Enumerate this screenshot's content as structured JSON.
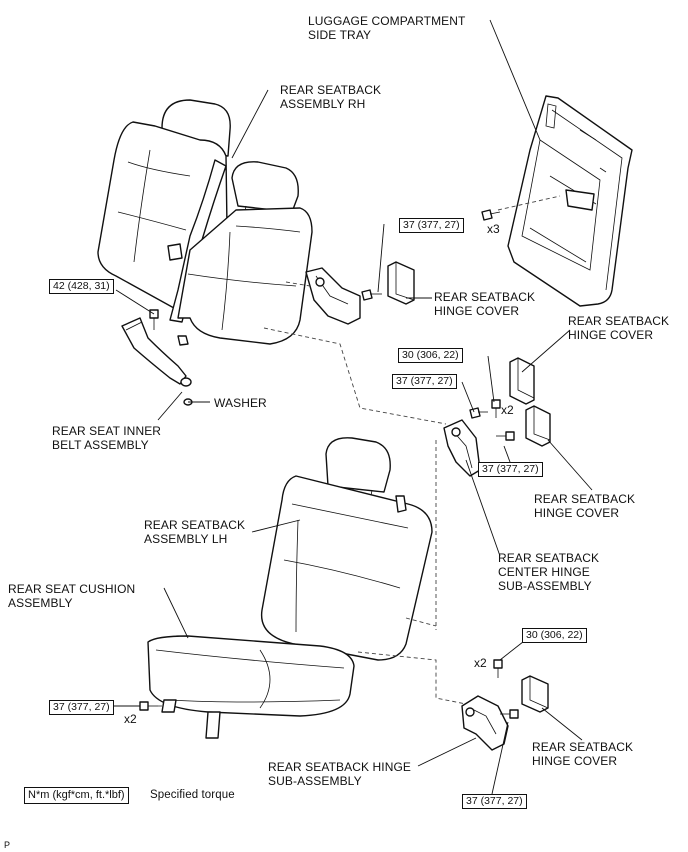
{
  "parts": {
    "luggage_tray": "LUGGAGE COMPARTMENT\nSIDE TRAY",
    "seatback_rh": "REAR SEATBACK\nASSEMBLY RH",
    "hinge_cover_a": "REAR SEATBACK\nHINGE COVER",
    "hinge_cover_b": "REAR SEATBACK\nHINGE COVER",
    "hinge_cover_c": "REAR SEATBACK\nHINGE COVER",
    "hinge_cover_d": "REAR SEATBACK\nHINGE COVER",
    "washer": "WASHER",
    "inner_belt": "REAR SEAT INNER\nBELT ASSEMBLY",
    "seatback_lh": "REAR SEATBACK\nASSEMBLY LH",
    "center_hinge": "REAR SEATBACK\nCENTER HINGE\nSUB-ASSEMBLY",
    "seat_cushion": "REAR SEAT CUSHION\nASSEMBLY",
    "hinge_sub": "REAR SEATBACK HINGE\nSUB-ASSEMBLY"
  },
  "torques": {
    "t1": "37 (377, 27)",
    "t2": "42 (428, 31)",
    "t3": "30 (306, 22)",
    "t4": "37 (377, 27)",
    "t5": "37 (377, 27)",
    "t6": "30 (306, 22)",
    "t7": "37 (377, 27)",
    "t8": "37 (377, 27)"
  },
  "multipliers": {
    "m1": "x3",
    "m2": "x2",
    "m3": "x2",
    "m4": "x2"
  },
  "legend": {
    "key": "N*m (kgf*cm, ft.*lbf)",
    "desc": "Specified torque"
  },
  "footer": "P"
}
